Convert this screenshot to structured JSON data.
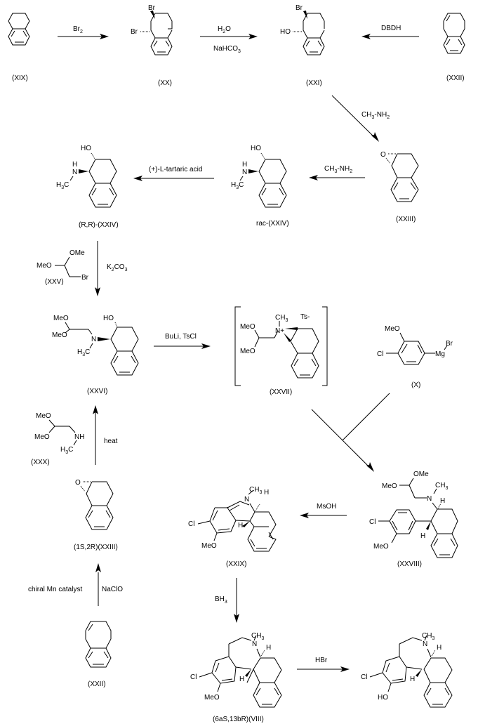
{
  "title": "Synthesis scheme of (6aS,13bR) benzazepine derivatives",
  "compounds": {
    "XIX": {
      "label": "(XIX)"
    },
    "XX": {
      "label": "(XX)",
      "substituents": [
        "Br",
        "Br"
      ]
    },
    "XXI": {
      "label": "(XXI)",
      "substituents": [
        "Br",
        "HO"
      ]
    },
    "XXII_top": {
      "label": "(XXII)"
    },
    "XXIII": {
      "label": "(XXIII)",
      "substituents": [
        "O"
      ]
    },
    "rac_XXIV": {
      "label": "rac-(XXIV)",
      "substituents": [
        "HO",
        "H",
        "N",
        "H3C"
      ]
    },
    "RR_XXIV": {
      "label": "(R,R)-(XXIV)",
      "substituents": [
        "HO",
        "H",
        "N",
        "H3C"
      ]
    },
    "XXV": {
      "label": "(XXV)",
      "substituents": [
        "OMe",
        "MeO",
        "Br"
      ]
    },
    "XXVI": {
      "label": "(XXVI)",
      "substituents": [
        "MeO",
        "MeO",
        "HO",
        "N",
        "H3C"
      ]
    },
    "XXVII": {
      "label": "(XXVII)",
      "substituents": [
        "CH3",
        "Ts-",
        "MeO",
        "MeO",
        "N+"
      ]
    },
    "X": {
      "label": "(X)",
      "substituents": [
        "MeO",
        "Cl",
        "Mg",
        "Br"
      ]
    },
    "XXVIII": {
      "label": "(XXVIII)",
      "substituents": [
        "OMe",
        "MeO",
        "CH3",
        "N",
        "H",
        "Cl",
        "H",
        "MeO"
      ]
    },
    "XXIX": {
      "label": "(XXIX)",
      "substituents": [
        "CH3",
        "N",
        "H",
        "Cl",
        "H",
        "MeO"
      ]
    },
    "XXX": {
      "label": "(XXX)",
      "substituents": [
        "MeO",
        "MeO",
        "NH",
        "H3C"
      ]
    },
    "S_R_XXIII": {
      "label": "(1S,2R)(XXIII)",
      "substituents": [
        "O"
      ]
    },
    "XXII_bottom": {
      "label": "(XXII)"
    },
    "VIII": {
      "label": "(6aS,13bR)(VIII)",
      "substituents": [
        "CH3",
        "N",
        "H",
        "Cl",
        "H",
        "MeO"
      ]
    },
    "final": {
      "label": "",
      "substituents": [
        "CH3",
        "N",
        "H",
        "Cl",
        "H",
        "HO"
      ]
    }
  },
  "reagents": {
    "br2": "Br2",
    "h2o": "H2O",
    "nahco3": "NaHCO3",
    "dbdh": "DBDH",
    "ch3nh2_a": "CH3-NH2",
    "ch3nh2_b": "CH3-NH2",
    "tartaric": "(+)-L-tartaric acid",
    "k2co3": "K2CO3",
    "buli": "BuLi, TsCl",
    "msoh": "MsOH",
    "heat": "heat",
    "mn_cat": "chiral Mn catalyst",
    "naclo": "NaClO",
    "bh3": "BH3",
    "hbr": "HBr"
  }
}
